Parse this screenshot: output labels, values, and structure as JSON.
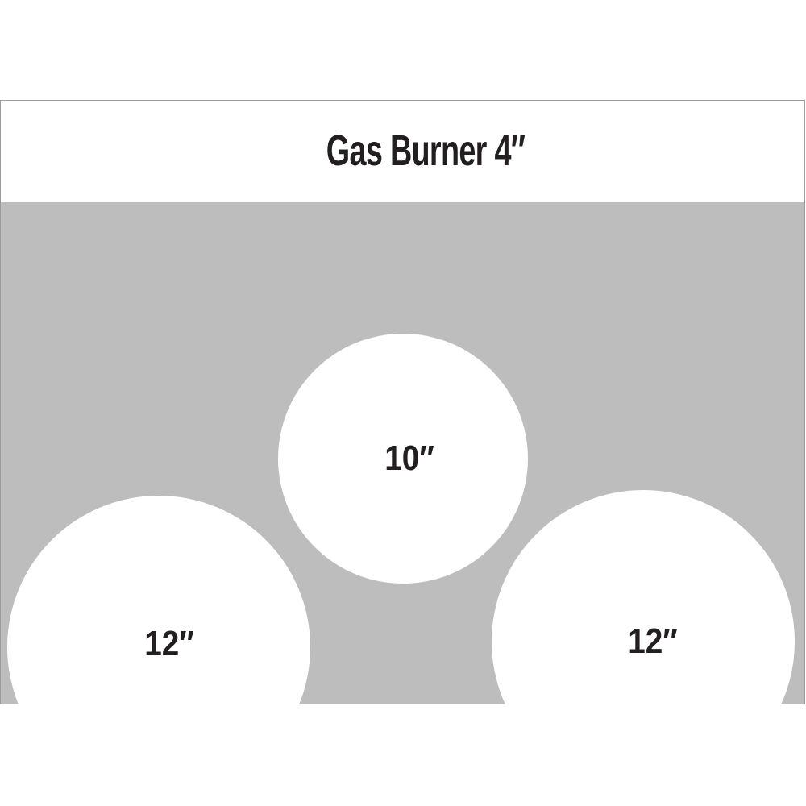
{
  "title": "Gas Burner 4″",
  "burners": {
    "center": {
      "label": "10″"
    },
    "left": {
      "label": "12″"
    },
    "right": {
      "label": "12″"
    }
  },
  "colors": {
    "surface_gray": "#bdbdbd",
    "panel_border": "#9c9c9c",
    "burner_white": "#ffffff",
    "text_color": "#231f20",
    "header_background": "#ffffff"
  }
}
